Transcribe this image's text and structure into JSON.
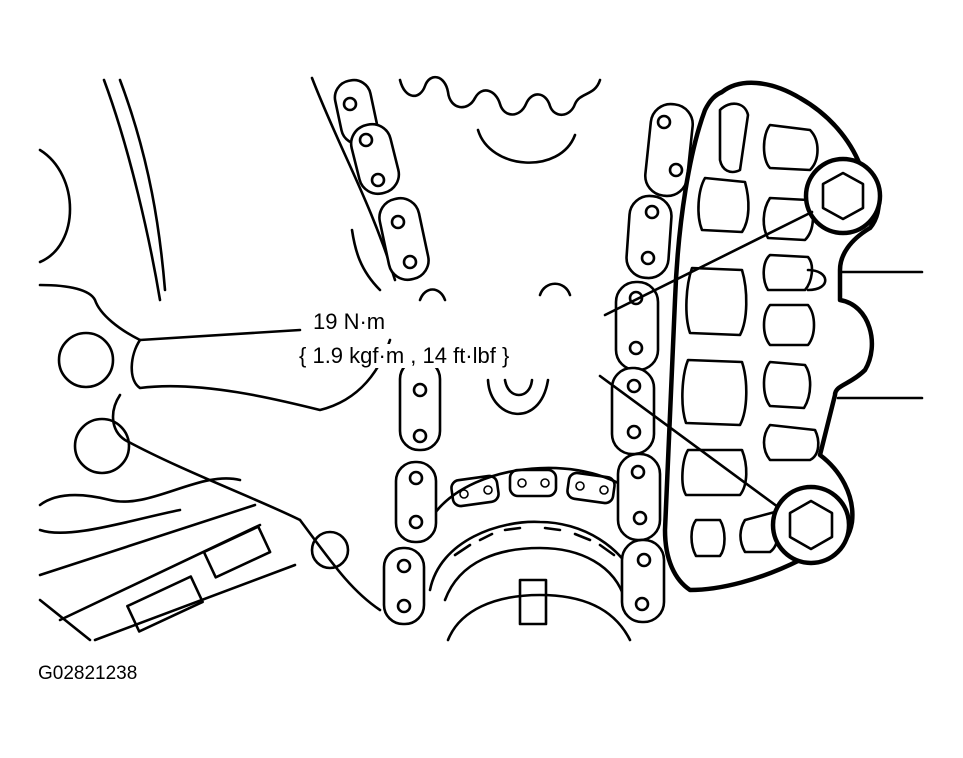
{
  "figure": {
    "torque_value": "19 N·m",
    "torque_conversion": "{ 1.9 kgf·m , 14 ft·lbf }",
    "figure_id": "G02821238"
  },
  "icons": [
    "hex-bolt-icon",
    "hex-bolt-icon"
  ]
}
